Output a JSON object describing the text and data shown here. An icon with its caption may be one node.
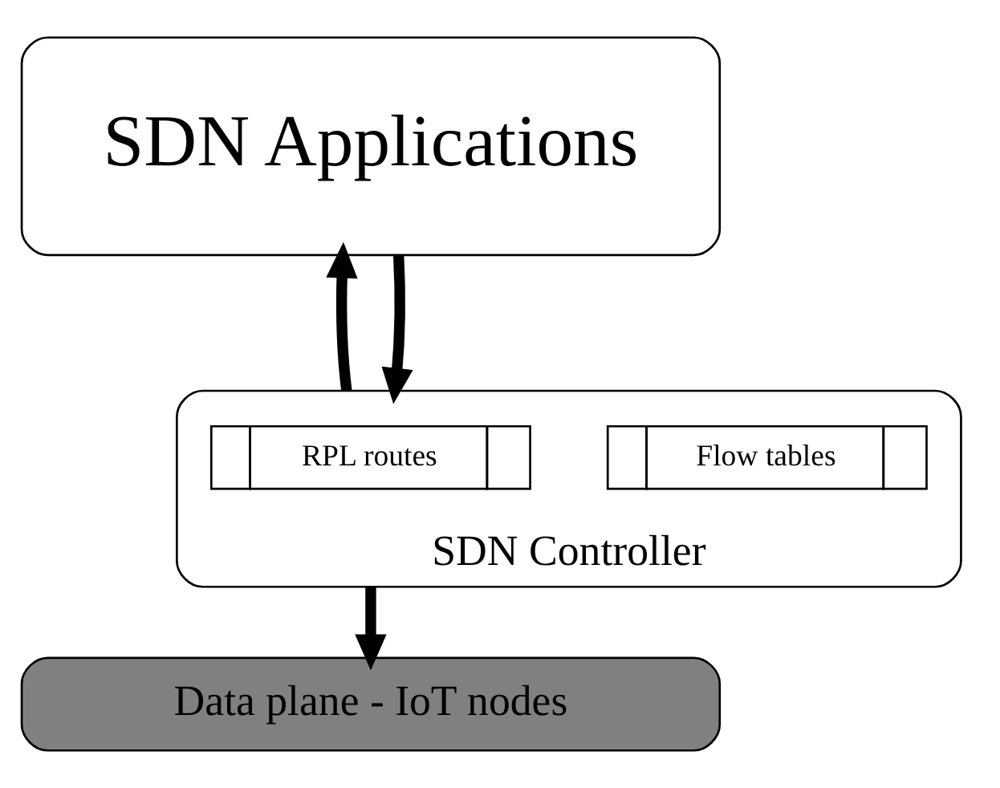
{
  "diagram": {
    "nodes": [
      {
        "text": [
          "SDN Applications"
        ]
      },
      {
        "text": [
          "SDN Controller"
        ]
      },
      {
        "text": [
          "Flow tables"
        ],
        "in": 1
      },
      {
        "text": [
          "RPL routes"
        ],
        "in": 1
      },
      {
        "text": [
          "Data plane - IoT nodes"
        ]
      }
    ],
    "edges": [
      {
        "from": 0,
        "to": 1,
        "arrow": "to"
      },
      {
        "from": 1,
        "to": 0,
        "arrow": "to"
      },
      {
        "from": 1,
        "to": 4,
        "arrow": "to"
      }
    ]
  }
}
